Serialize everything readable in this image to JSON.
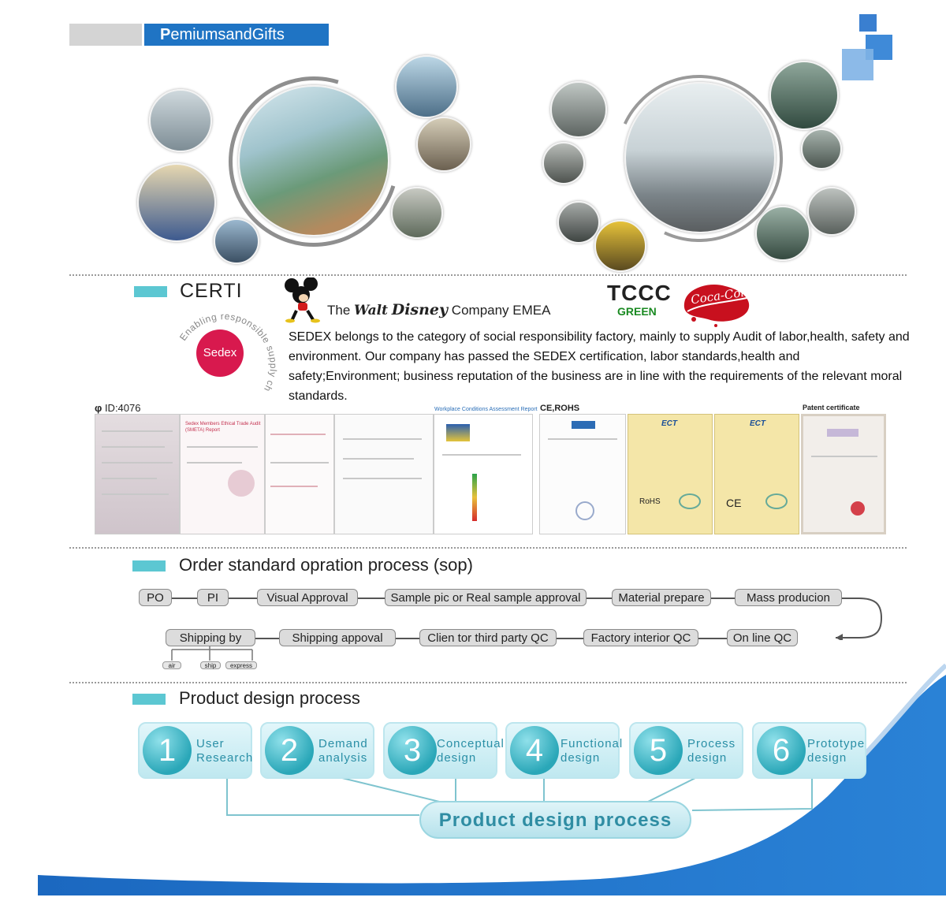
{
  "header": {
    "title_first": "P",
    "title_rest": "emiumsandGifts"
  },
  "colors": {
    "brand_blue": "#1f74c4",
    "accent_teal": "#5cc7d2",
    "sedex_red": "#d8194e",
    "coke_red": "#c8101e"
  },
  "certi": {
    "heading": "CERTI",
    "disney_the": "The",
    "disney_walt": "Walt",
    "disney_name": "Disney",
    "disney_suffix": "Company EMEA",
    "tccc": "TCCC",
    "tccc_green": "GREEN",
    "coke_script": "Coca-Cola",
    "sedex_logo": "Sedex",
    "sedex_arc": "Enabling responsible supply chains",
    "description": "SEDEX belongs to the category of social responsibility factory,  mainly to supply Audit of labor,health, safety and environment. Our company has passed the SEDEX certification, labor standards,health and safety;Environment; business reputation of the business are in line with the requirements of the relevant moral standards."
  },
  "cert_strip": {
    "id_label": "ID:4076",
    "sedex_report_title": "Sedex Members Ethical Trade Audit (SMETA) Report",
    "wca_title": "Workplace Conditions Assessment Report",
    "ce_rohs": "CE,ROHS",
    "ect": "ECT",
    "ce_mark": "CE",
    "rohs_mark": "RoHS",
    "patent": "Patent certificate"
  },
  "sop": {
    "heading": "Order standard opration process (sop)",
    "row1": [
      "PO",
      "PI",
      "Visual Approval",
      "Sample pic or Real sample approval",
      "Material prepare",
      "Mass producion"
    ],
    "row2": [
      "Shipping by",
      "Shipping appoval",
      "Clien tor third party QC",
      "Factory interior QC",
      "On line QC"
    ],
    "shipping_modes": [
      "air",
      "ship",
      "express"
    ]
  },
  "design": {
    "heading": "Product design process",
    "steps": [
      {
        "num": "1",
        "line1": "User",
        "line2": "Research"
      },
      {
        "num": "2",
        "line1": "Demand",
        "line2": "analysis"
      },
      {
        "num": "3",
        "line1": "Conceptual",
        "line2": "design"
      },
      {
        "num": "4",
        "line1": "Functional",
        "line2": "design"
      },
      {
        "num": "5",
        "line1": "Process",
        "line2": "design"
      },
      {
        "num": "6",
        "line1": "Prototype",
        "line2": "design"
      }
    ],
    "center_label": "Product design process"
  }
}
